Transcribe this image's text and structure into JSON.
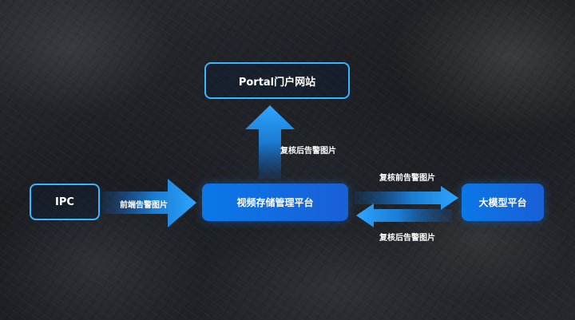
{
  "nodes": {
    "portal": "Portal门户网站",
    "ipc": "IPC",
    "vms": "视频存储管理平台",
    "llm": "大模型平台"
  },
  "edges": {
    "ipc_to_vms": "前端告警图片",
    "vms_to_portal": "复核后告警图片",
    "vms_to_llm": "复核前告警图片",
    "llm_to_vms": "复核后告警图片"
  },
  "colors": {
    "accent": "#38b6ff",
    "node_fill": "#0a78e8",
    "arrow": "#1a8cf0"
  }
}
